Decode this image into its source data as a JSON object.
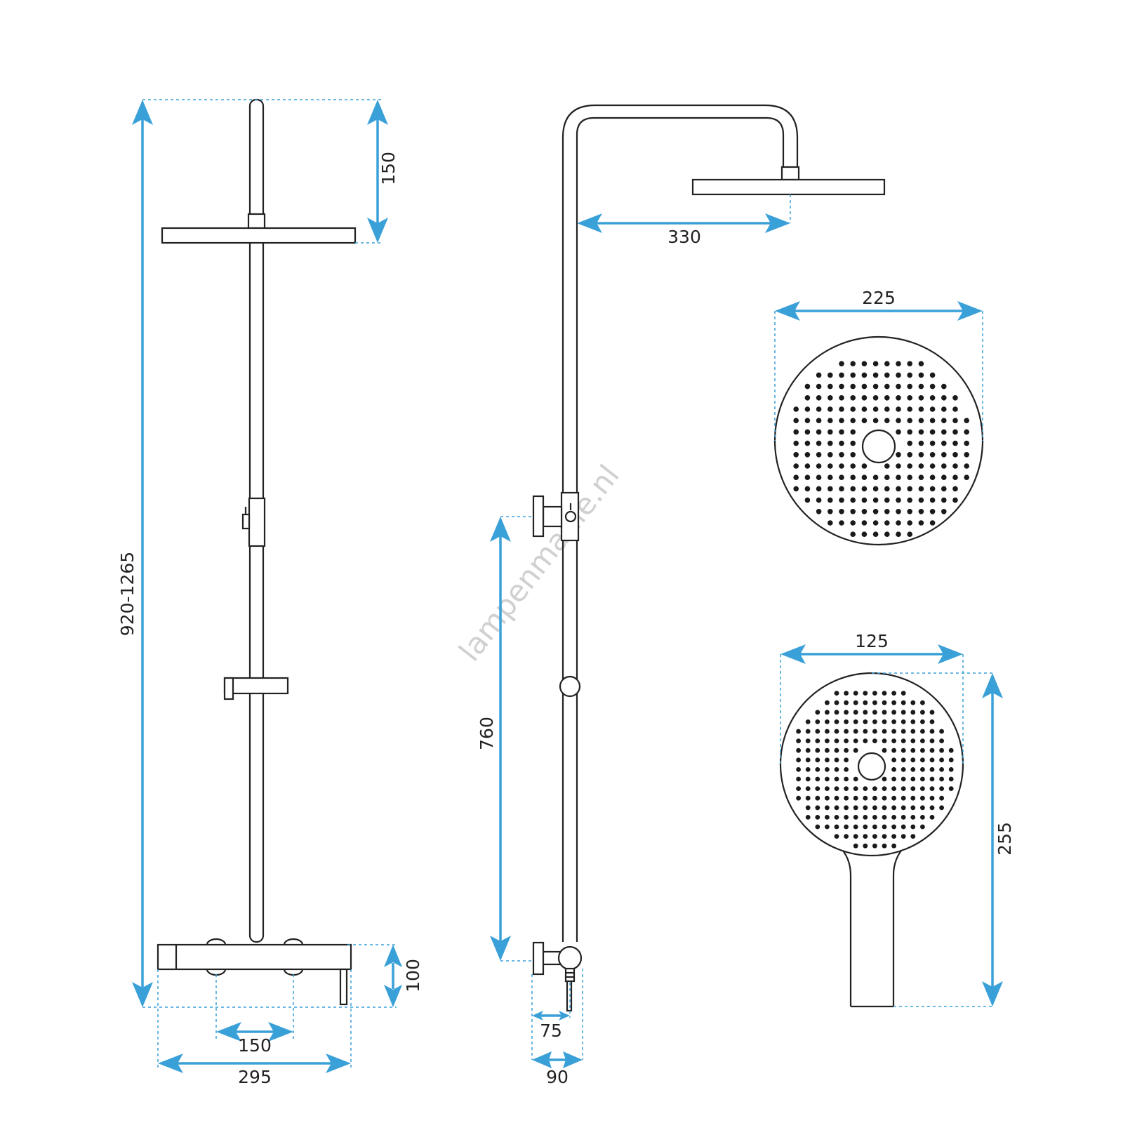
{
  "colors": {
    "dimension": "#3aa0d8",
    "line": "#222222",
    "watermark": "#d0d0d0"
  },
  "watermark": "lampenmanie.nl",
  "dimensions": {
    "total_height": "920-1265",
    "head_drop": "150",
    "arm_length": "330",
    "head_diameter": "225",
    "hand_diameter": "125",
    "hand_length": "255",
    "rail_length": "760",
    "valve_height": "100",
    "inlet_spacing": "150",
    "valve_width": "295",
    "wall_offset": "75",
    "depth": "90"
  }
}
